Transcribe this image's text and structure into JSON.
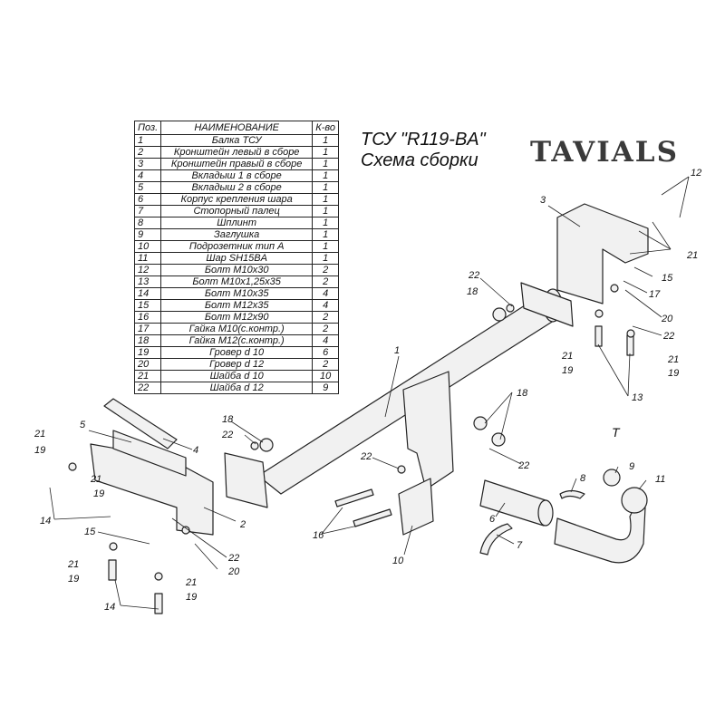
{
  "title": {
    "line1": "ТСУ \"R119-BA\"",
    "line2": "Схема сборки"
  },
  "logo": {
    "text": "TAVIALS"
  },
  "table": {
    "headers": [
      "Поз.",
      "НАИМЕНОВАНИЕ",
      "К-во"
    ],
    "rows": [
      [
        "1",
        "Балка ТСУ",
        "1"
      ],
      [
        "2",
        "Кронштейн левый в сборе",
        "1"
      ],
      [
        "3",
        "Кронштейн правый в сборе",
        "1"
      ],
      [
        "4",
        "Вкладыш 1 в сборе",
        "1"
      ],
      [
        "5",
        "Вкладыш 2 в сборе",
        "1"
      ],
      [
        "6",
        "Корпус крепления шара",
        "1"
      ],
      [
        "7",
        "Стопорный палец",
        "1"
      ],
      [
        "8",
        "Шплинт",
        "1"
      ],
      [
        "9",
        "Заглушка",
        "1"
      ],
      [
        "10",
        "Подрозетник тип А",
        "1"
      ],
      [
        "11",
        "Шар SH15BA",
        "1"
      ],
      [
        "12",
        "Болт М10х30",
        "2"
      ],
      [
        "13",
        "Болт М10х1,25х35",
        "2"
      ],
      [
        "14",
        "Болт М10х35",
        "4"
      ],
      [
        "15",
        "Болт М12х35",
        "4"
      ],
      [
        "16",
        "Болт М12х90",
        "2"
      ],
      [
        "17",
        "Гайка М10(с.контр.)",
        "2"
      ],
      [
        "18",
        "Гайка М12(с.контр.)",
        "4"
      ],
      [
        "19",
        "Гровер d 10",
        "6"
      ],
      [
        "20",
        "Гровер d 12",
        "2"
      ],
      [
        "21",
        "Шайба d 10",
        "10"
      ],
      [
        "22",
        "Шайба d 12",
        "9"
      ]
    ]
  },
  "callouts": [
    "1",
    "2",
    "3",
    "4",
    "5",
    "6",
    "7",
    "8",
    "9",
    "10",
    "11",
    "12",
    "13",
    "14",
    "14",
    "15",
    "15",
    "16",
    "17",
    "18",
    "18",
    "18",
    "18",
    "19",
    "19",
    "19",
    "19",
    "19",
    "19",
    "20",
    "20",
    "21",
    "21",
    "21",
    "21",
    "21",
    "21",
    "21",
    "22",
    "22",
    "22",
    "22",
    "22",
    "22",
    "22",
    "T"
  ]
}
